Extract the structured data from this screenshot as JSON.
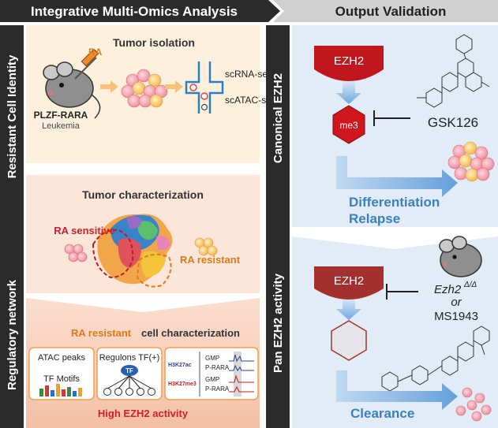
{
  "header": {
    "left_title": "Integrative Multi-Omics Analysis",
    "right_title": "Output Validation"
  },
  "side_labels": {
    "resistant_cell_identity": "Resistant Cell Identity",
    "regulatory_network": "Regulatory network",
    "canonical_ezh2": "Canonical EZH2",
    "pan_ezh2_activity": "Pan EZH2 activity"
  },
  "tumor_isolation": {
    "title": "Tumor isolation",
    "drug": "RA",
    "mouse_model": "PLZF-RARA",
    "disease": "Leukemia",
    "assay1": "scRNA-seq",
    "assay2": "scATAC-seq"
  },
  "tumor_characterization": {
    "title": "Tumor characterization",
    "sensitive": "RA sensitive",
    "resistant": "RA resistant"
  },
  "cell_characterization": {
    "title_highlight": "RA resistant",
    "title_rest": "cell characterization",
    "box1_title": "ATAC peaks",
    "box1_sub": "TF Motifs",
    "box2_title": "Regulons TF(+)",
    "box2_node": "TF",
    "box3_mark1": "H3K27ac",
    "box3_mark2": "H3K27me3",
    "box3_gene1": "GMP",
    "box3_gene2": "P-RARA",
    "footer": "High EZH2 activity"
  },
  "canonical": {
    "enzyme": "EZH2",
    "mark": "me3",
    "inhibitor": "GSK126",
    "outcome1": "Differentiation",
    "outcome2": "Relapse"
  },
  "pan": {
    "enzyme": "EZH2",
    "genotype": "Ezh2",
    "genotype_sup": "Δ/Δ",
    "or_word": "or",
    "inhibitor": "MS1943",
    "outcome": "Clearance"
  },
  "colors": {
    "header_dark": "#2b2b2b",
    "header_grey": "#d0d0d0",
    "left_panel_top": "#fdf0dc",
    "left_panel_mid": "#fbe6d9",
    "left_panel_bot": "#f6c9b0",
    "right_panel": "#e2ecf7",
    "ezh2_red": "#c0161e",
    "ezh2_brown": "#a3302f",
    "accent_orange": "#e07b18",
    "title_red": "#d0202a",
    "outcome_blue": "#3a7fc1"
  }
}
